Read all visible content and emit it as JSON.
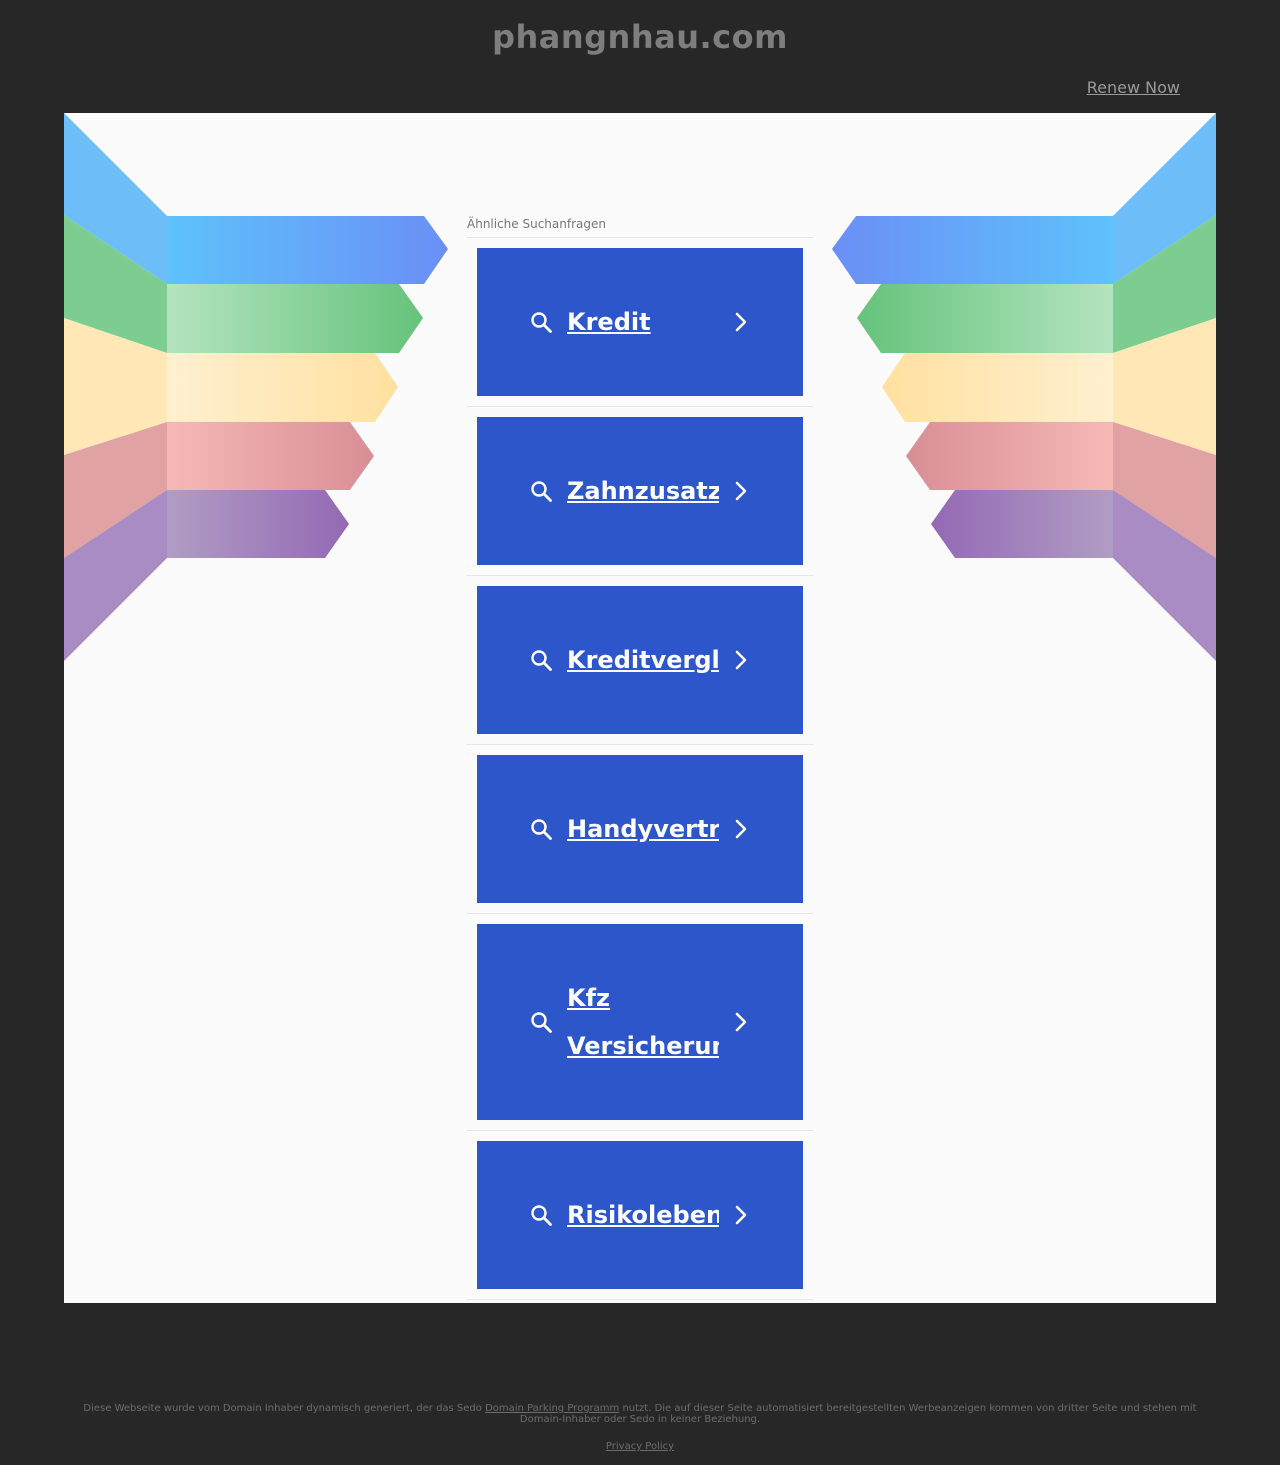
{
  "header": {
    "domain": "phangnhau.com",
    "renew_label": "Renew Now"
  },
  "results": {
    "heading": "Ähnliche Suchanfragen",
    "items": [
      {
        "label": "Kredit"
      },
      {
        "label": "Zahnzusatzversicherung"
      },
      {
        "label": "Kreditvergleich"
      },
      {
        "label": "Handyvertrag"
      },
      {
        "label": "Kfz Versicherung"
      },
      {
        "label": "Risikolebensversicherung"
      }
    ]
  },
  "footer": {
    "text_before": "Diese Webseite wurde vom Domain Inhaber dynamisch generiert, der das Sedo ",
    "link": "Domain Parking Programm",
    "text_after": " nutzt. Die auf dieser Seite automatisiert bereitgestellten Werbeanzeigen kommen von dritter Seite und stehen mit Domain-Inhaber oder Sedo in keiner Beziehung.",
    "privacy": "Privacy Policy"
  },
  "colors": {
    "background": "#272727",
    "panel": "#fbfbfb",
    "result_button": "#2c56c9",
    "ribbon_blue": "#64a8f8",
    "ribbon_green": "#74c98a",
    "ribbon_yellow": "#ffe2a0",
    "ribbon_red": "#e39a9a",
    "ribbon_purple": "#9f7fbf"
  }
}
